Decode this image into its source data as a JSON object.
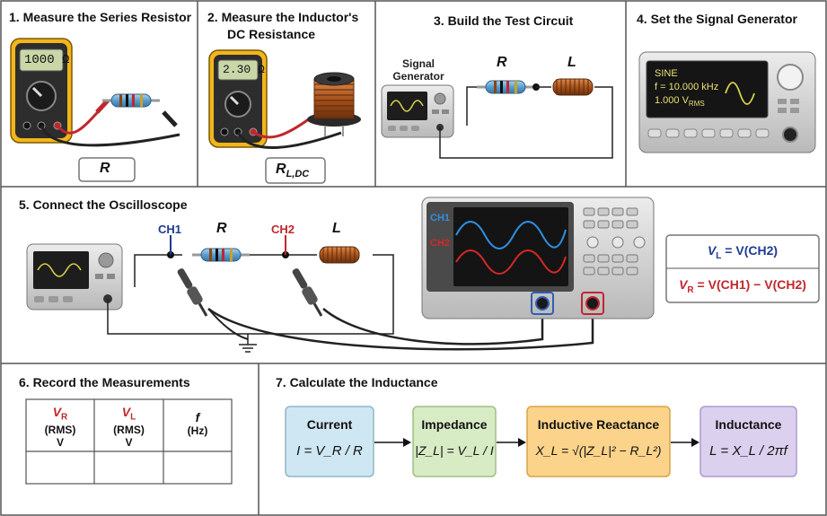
{
  "steps": {
    "s1": "1. Measure the Series Resistor",
    "s2_line1": "2. Measure the Inductor's",
    "s2_line2": "DC Resistance",
    "s3": "3. Build the Test Circuit",
    "s4": "4. Set the Signal Generator",
    "s5": "5. Connect the Oscilloscope",
    "s6": "6. Record the Measurements",
    "s7": "7. Calculate the Inductance"
  },
  "meters": {
    "m1_reading": "1000 Ω",
    "m2_reading": "2.30 Ω",
    "m1_label": "R",
    "m2_label_main": "R",
    "m2_label_sub": "L,DC"
  },
  "circuit": {
    "gen_label_line1": "Signal",
    "gen_label_line2": "Generator",
    "r": "R",
    "l": "L"
  },
  "generator": {
    "line1": "SINE",
    "line2": "f = 10.000 kHz",
    "line3_main": "1.000 V",
    "line3_sub": "RMS"
  },
  "scope": {
    "ch1": "CH1",
    "ch2": "CH2",
    "r": "R",
    "l": "L",
    "eq_vl_left": "V",
    "eq_vl_sub": "L",
    "eq_vl_right": " = V(CH2)",
    "eq_vr_left": "V",
    "eq_vr_sub": "R",
    "eq_vr_right": " = V(CH1) − V(CH2)"
  },
  "table": {
    "col1_sym": "V",
    "col1_sub": "R",
    "col1_line2": "(RMS)",
    "col1_line3": "V",
    "col2_sym": "V",
    "col2_sub": "L",
    "col2_line2": "(RMS)",
    "col2_line3": "V",
    "col3_sym": "f",
    "col3_line2": "(Hz)"
  },
  "flow": {
    "current_title": "Current",
    "current_formula": "I = V_R / R",
    "impedance_title": "Impedance",
    "impedance_formula": "|Z_L| = V_L / I",
    "reactance_title": "Inductive Reactance",
    "reactance_formula": "X_L = √(|Z_L|² − R_L²)",
    "inductance_title": "Inductance",
    "inductance_formula": "L = X_L / 2πf",
    "colors": {
      "current": "#cfe7f2",
      "impedance": "#d7ebc5",
      "reactance": "#fbd38a",
      "inductance": "#dcd0ef"
    }
  },
  "colors": {
    "ch1": "#1f3a93",
    "ch2": "#c0272d",
    "meter_body": "#f2b51c"
  }
}
